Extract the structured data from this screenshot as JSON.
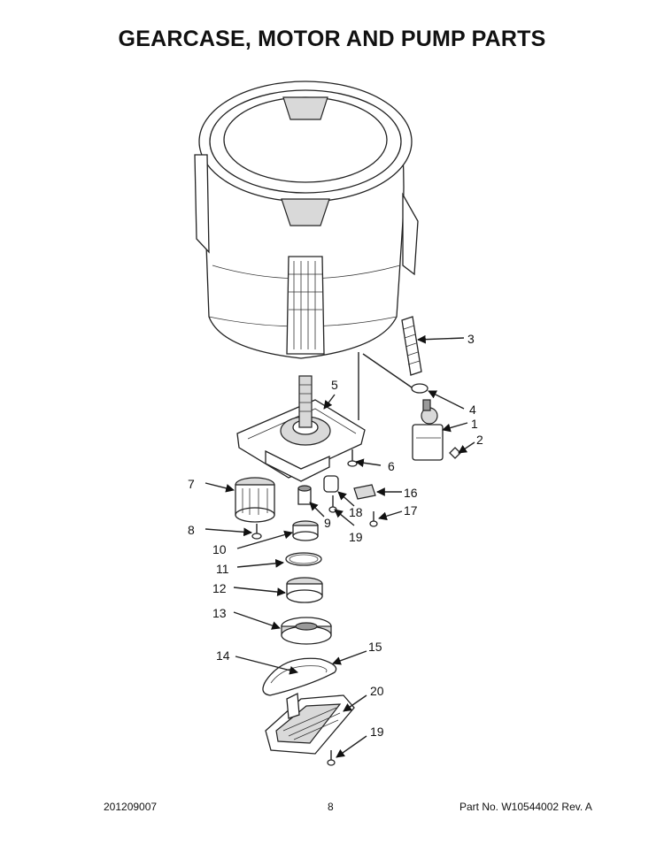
{
  "title": "GEARCASE, MOTOR AND PUMP PARTS",
  "callouts": [
    {
      "id": "c1",
      "label": "1"
    },
    {
      "id": "c2",
      "label": "2"
    },
    {
      "id": "c3",
      "label": "3"
    },
    {
      "id": "c4",
      "label": "4"
    },
    {
      "id": "c5",
      "label": "5"
    },
    {
      "id": "c6",
      "label": "6"
    },
    {
      "id": "c7",
      "label": "7"
    },
    {
      "id": "c8",
      "label": "8"
    },
    {
      "id": "c9",
      "label": "9"
    },
    {
      "id": "c10",
      "label": "10"
    },
    {
      "id": "c11",
      "label": "11"
    },
    {
      "id": "c12",
      "label": "12"
    },
    {
      "id": "c13",
      "label": "13"
    },
    {
      "id": "c14",
      "label": "14"
    },
    {
      "id": "c15",
      "label": "15"
    },
    {
      "id": "c16",
      "label": "16"
    },
    {
      "id": "c17",
      "label": "17"
    },
    {
      "id": "c18",
      "label": "18"
    },
    {
      "id": "c19a",
      "label": "19"
    },
    {
      "id": "c19b",
      "label": "19"
    },
    {
      "id": "c20",
      "label": "20"
    }
  ],
  "footer": {
    "code": "201209007",
    "page": "8",
    "part_no": "Part No.  W10544002  Rev.  A"
  }
}
